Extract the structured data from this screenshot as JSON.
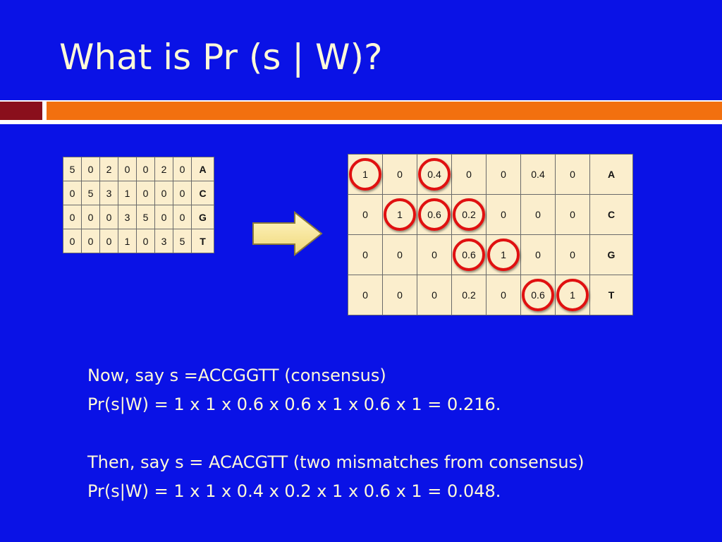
{
  "slide": {
    "title": "What is Pr (s | W)?",
    "count_matrix": {
      "rows": [
        {
          "values": [
            "5",
            "0",
            "2",
            "0",
            "0",
            "2",
            "0"
          ],
          "label": "A"
        },
        {
          "values": [
            "0",
            "5",
            "3",
            "1",
            "0",
            "0",
            "0"
          ],
          "label": "C"
        },
        {
          "values": [
            "0",
            "0",
            "0",
            "3",
            "5",
            "0",
            "0"
          ],
          "label": "G"
        },
        {
          "values": [
            "0",
            "0",
            "0",
            "1",
            "0",
            "3",
            "5"
          ],
          "label": "T"
        }
      ]
    },
    "probability_matrix": {
      "rows": [
        {
          "values": [
            "1",
            "0",
            "0.4",
            "0",
            "0",
            "0.4",
            "0"
          ],
          "label": "A"
        },
        {
          "values": [
            "0",
            "1",
            "0.6",
            "0.2",
            "0",
            "0",
            "0"
          ],
          "label": "C"
        },
        {
          "values": [
            "0",
            "0",
            "0",
            "0.6",
            "1",
            "0",
            "0"
          ],
          "label": "G"
        },
        {
          "values": [
            "0",
            "0",
            "0",
            "0.2",
            "0",
            "0.6",
            "1"
          ],
          "label": "T"
        }
      ],
      "circled_cells": [
        [
          0,
          0
        ],
        [
          0,
          2
        ],
        [
          1,
          1
        ],
        [
          1,
          2
        ],
        [
          1,
          3
        ],
        [
          2,
          3
        ],
        [
          2,
          4
        ],
        [
          3,
          5
        ],
        [
          3,
          6
        ]
      ]
    },
    "text_lines": [
      "Now,  say s =ACCGGTT (consensus)",
      "Pr(s|W) = 1 x 1 x 0.6 x 0.6 x 1 x 0.6 x 1 = 0.216.",
      "",
      "Then, say s = ACACGTT (two mismatches from consensus)",
      "Pr(s|W) = 1 x 1 x 0.4 x 0.2 x 1 x 0.6 x 1 = 0.048."
    ],
    "colors": {
      "background": "#0a12e6",
      "text": "#fff9d8",
      "table_fill": "#fbeecd",
      "circle": "#e01010",
      "rule_left": "#8a0f1c",
      "rule_right": "#f2700f"
    }
  }
}
